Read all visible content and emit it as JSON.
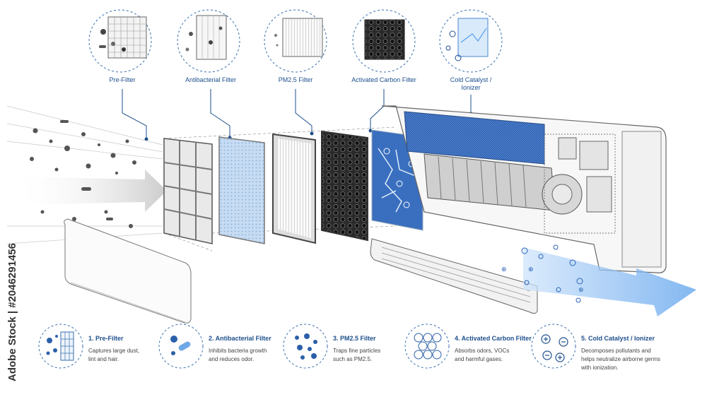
{
  "top_labels": {
    "prefilter": "Pre-Filter",
    "antibacterial": "Antibacterial Filter",
    "pm25": "PM2.5 Filter",
    "carbon": "Activated Carbon Filter",
    "ionizer_line1": "Cold Catalyst /",
    "ionizer_line2": "Ionizer"
  },
  "features": [
    {
      "title": "1. Pre-Filter",
      "desc_line1": "Captures large dust,",
      "desc_line2": "lint and hair.",
      "desc_line3": ""
    },
    {
      "title": "2. Antibacterial Filter",
      "desc_line1": "Inhibits bacteria growth",
      "desc_line2": "and reduces odor.",
      "desc_line3": ""
    },
    {
      "title": "3. PM2.5 Filter",
      "desc_line1": "Traps fine particles",
      "desc_line2": "such as PM2.5.",
      "desc_line3": ""
    },
    {
      "title": "4. Activated Carbon Filter",
      "desc_line1": "Absorbs odors, VOCs",
      "desc_line2": "and harmful gases.",
      "desc_line3": ""
    },
    {
      "title": "5. Cold Catalyst / Ionizer",
      "desc_line1": "Decomposes pollutants and",
      "desc_line2": "helps neutralize airborne germs",
      "desc_line3": "with ionization."
    }
  ],
  "watermark": "Adobe Stock | #2046291456",
  "colors": {
    "accent": "#1d4f8c",
    "light_blue": "#6fa8e6",
    "line": "#555555"
  }
}
